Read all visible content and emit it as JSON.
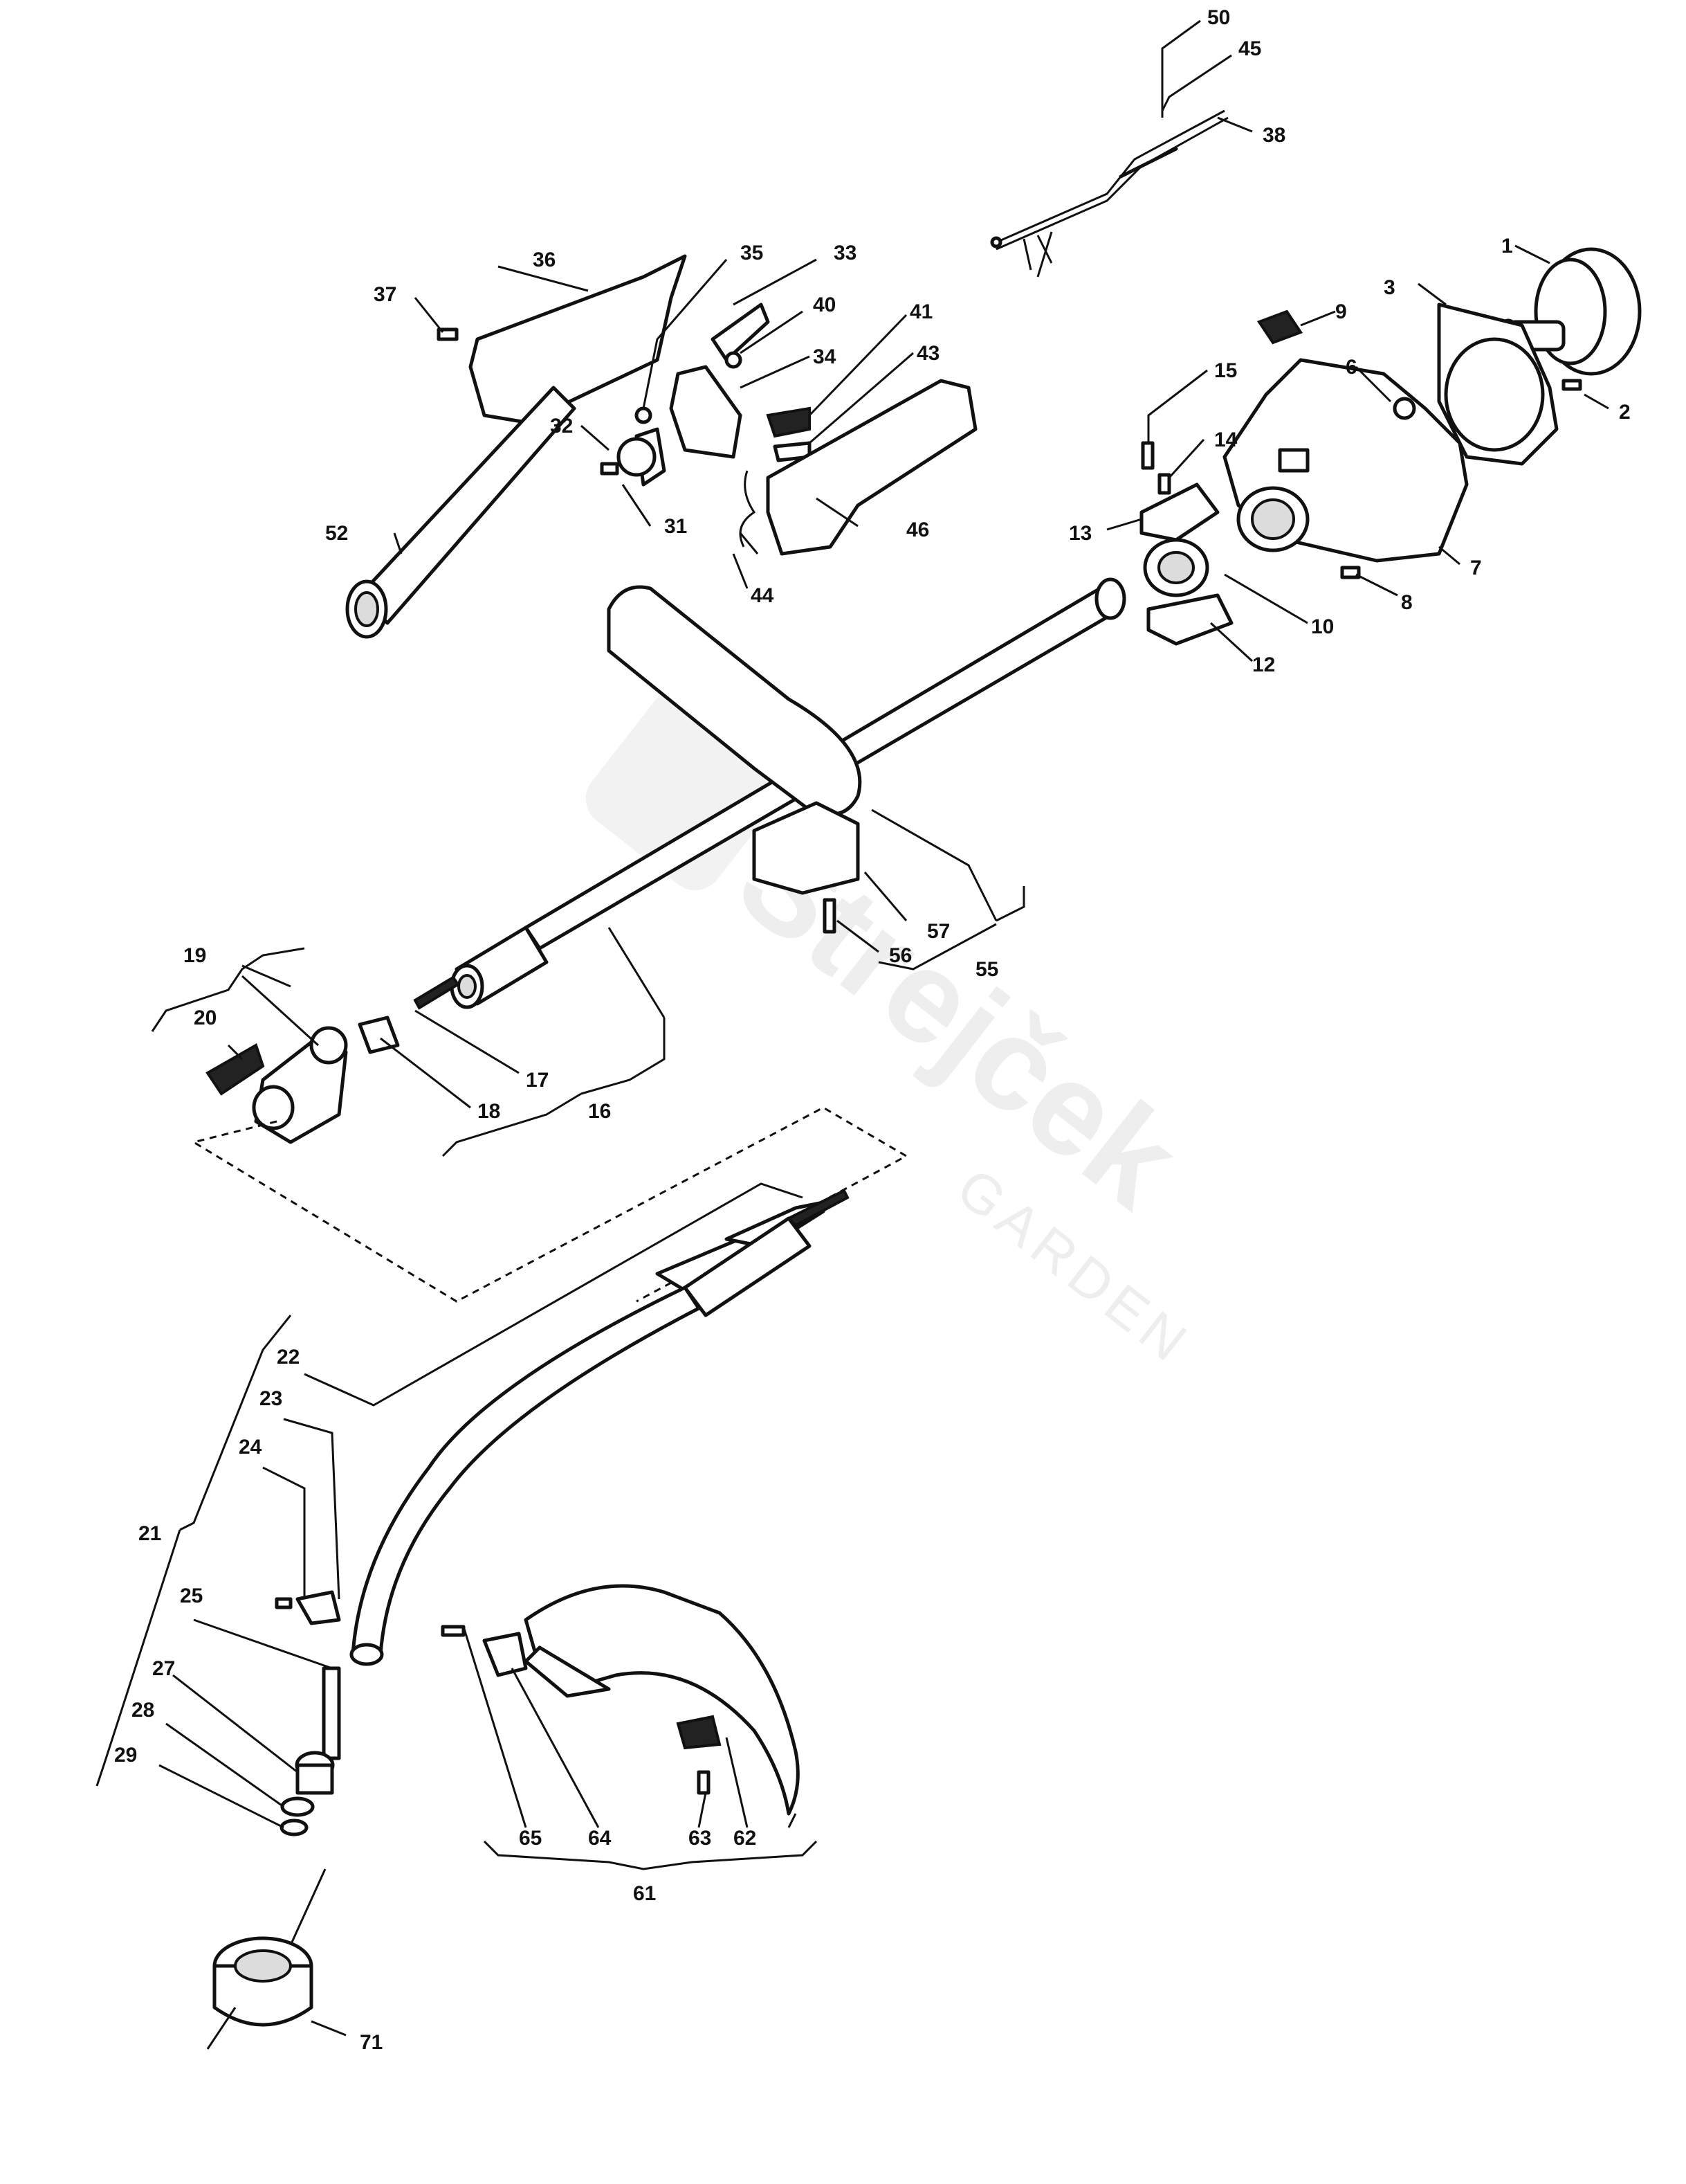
{
  "watermark": {
    "brand": "Strejček",
    "sub": "GARDEN"
  },
  "labels": {
    "l50": "50",
    "l45": "45",
    "l38": "38",
    "l1": "1",
    "l3": "3",
    "l2": "2",
    "l36": "36",
    "l35": "35",
    "l33": "33",
    "l37": "37",
    "l40": "40",
    "l41": "41",
    "l43": "43",
    "l34": "34",
    "l9": "9",
    "l15": "15",
    "l6": "6",
    "l14": "14",
    "l32": "32",
    "l31": "31",
    "l46": "46",
    "l52": "52",
    "l44": "44",
    "l13": "13",
    "l7": "7",
    "l8": "8",
    "l10": "10",
    "l12": "12",
    "l57": "57",
    "l19": "19",
    "l20": "20",
    "l56": "56",
    "l55": "55",
    "l17": "17",
    "l18": "18",
    "l16": "16",
    "l22": "22",
    "l23": "23",
    "l24": "24",
    "l21": "21",
    "l25": "25",
    "l27": "27",
    "l28": "28",
    "l29": "29",
    "l65": "65",
    "l64": "64",
    "l63": "63",
    "l62": "62",
    "l61": "61",
    "l71": "71"
  }
}
